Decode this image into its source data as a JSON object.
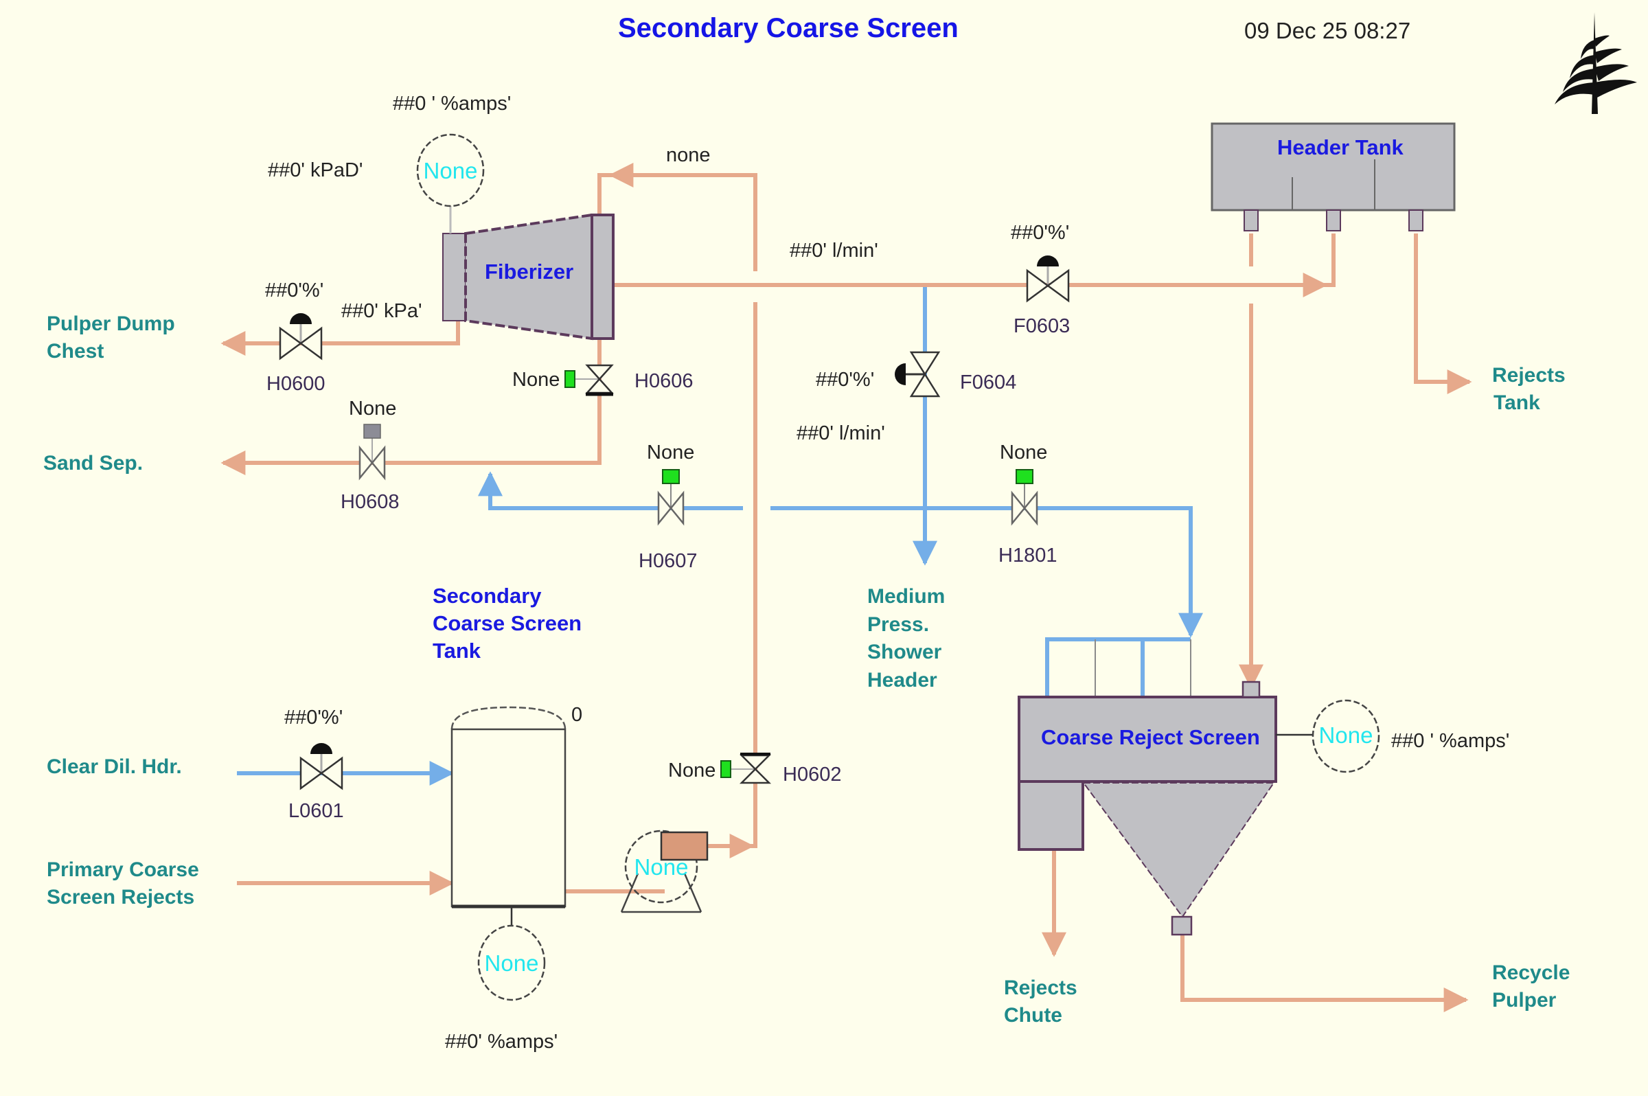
{
  "header": {
    "title": "Secondary Coarse Screen",
    "timestamp": "09 Dec 25 08:27",
    "logo": "fern-logo-icon"
  },
  "colors": {
    "background": "#fefeec",
    "stock_pipe": "#e6a98b",
    "water_pipe": "#74aee8",
    "equipment_fill": "#c0c0c4",
    "equipment_label": "#1a1ae0",
    "destination_label": "#1f8a8a",
    "motor_value": "#22e6ee",
    "indicator_green": "#1fe01f"
  },
  "equipment": {
    "fiberizer": {
      "label": "Fiberizer",
      "motor_value": "None",
      "amps": "##0 ' %amps'",
      "diff_pressure": "##0' kPaD'",
      "pressure": "##0' kPa'"
    },
    "header_tank": {
      "label": "Header Tank"
    },
    "tank": {
      "label_lines": [
        "Secondary",
        "Coarse Screen",
        "Tank"
      ],
      "level": "0",
      "agitator_value": "None",
      "agitator_amps": "##0' %amps'"
    },
    "pump": {
      "value": "None"
    },
    "coarse_reject_screen": {
      "label": "Coarse Reject Screen",
      "motor_value": "None",
      "amps": "##0 ' %amps'"
    }
  },
  "flows": {
    "main_flow": "##0' l/min'",
    "shower_flow": "##0' l/min'",
    "return_label": "none"
  },
  "valves": [
    {
      "tag": "H0600",
      "value": "##0'%'",
      "type": "control"
    },
    {
      "tag": "H0606",
      "value": "None",
      "type": "on-off",
      "status": "green"
    },
    {
      "tag": "H0608",
      "value": "None",
      "type": "on-off",
      "status": "grey"
    },
    {
      "tag": "H0607",
      "value": "None",
      "type": "on-off",
      "status": "green"
    },
    {
      "tag": "H1801",
      "value": "None",
      "type": "on-off",
      "status": "green"
    },
    {
      "tag": "F0603",
      "value": "##0'%'",
      "type": "control"
    },
    {
      "tag": "F0604",
      "value": "##0'%'",
      "type": "control"
    },
    {
      "tag": "L0601",
      "value": "##0'%'",
      "type": "control"
    },
    {
      "tag": "H0602",
      "value": "None",
      "type": "on-off",
      "status": "green"
    }
  ],
  "destinations": {
    "pulper_dump_chest": [
      "Pulper Dump",
      "Chest"
    ],
    "sand_sep": [
      "Sand Sep."
    ],
    "rejects_tank": [
      "Rejects",
      "Tank"
    ],
    "medium_press": [
      "Medium",
      "Press.",
      "Shower",
      "Header"
    ],
    "clear_dil": [
      "Clear Dil. Hdr."
    ],
    "primary_rejects": [
      "Primary Coarse",
      "Screen Rejects"
    ],
    "rejects_chute": [
      "Rejects",
      "Chute"
    ],
    "recycle_pulper": [
      "Recycle",
      "Pulper"
    ]
  }
}
